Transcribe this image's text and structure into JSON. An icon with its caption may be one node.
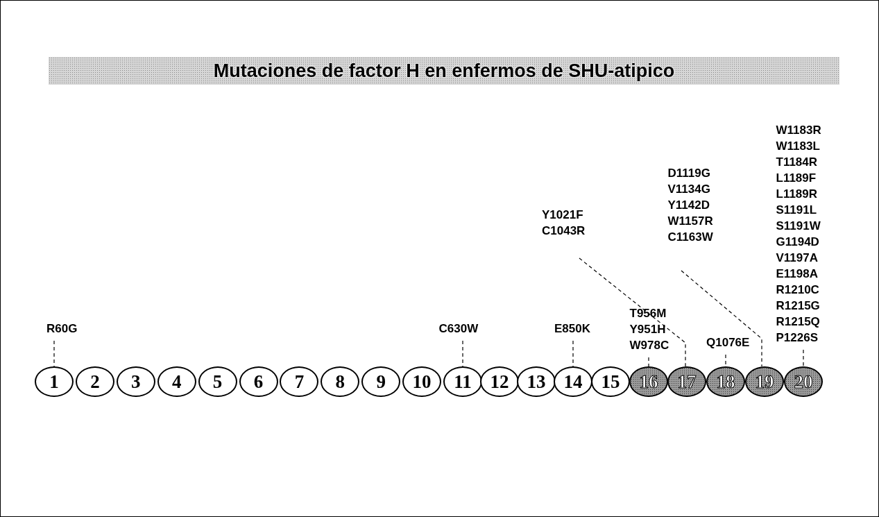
{
  "diagram": {
    "title": "Mutaciones de factor H en enfermos de SHU-atipico",
    "nodes": [
      {
        "text": [
          "1"
        ]
      },
      {
        "text": [
          "2"
        ]
      },
      {
        "text": [
          "3"
        ]
      },
      {
        "text": [
          "4"
        ]
      },
      {
        "text": [
          "5"
        ]
      },
      {
        "text": [
          "6"
        ]
      },
      {
        "text": [
          "7"
        ]
      },
      {
        "text": [
          "8"
        ]
      },
      {
        "text": [
          "9"
        ]
      },
      {
        "text": [
          "10"
        ]
      },
      {
        "text": [
          "11"
        ]
      },
      {
        "text": [
          "12"
        ]
      },
      {
        "text": [
          "13"
        ]
      },
      {
        "text": [
          "14"
        ]
      },
      {
        "text": [
          "15"
        ]
      },
      {
        "text": [
          "16"
        ]
      },
      {
        "text": [
          "17"
        ]
      },
      {
        "text": [
          "18"
        ]
      },
      {
        "text": [
          "19"
        ]
      },
      {
        "text": [
          "20"
        ]
      },
      {
        "text": [
          "R60G"
        ]
      },
      {
        "text": [
          "C630W"
        ]
      },
      {
        "text": [
          "E850K"
        ]
      },
      {
        "text": [
          "T956M",
          "Y951H",
          "W978C"
        ]
      },
      {
        "text": [
          "Y1021F",
          "C1043R"
        ]
      },
      {
        "text": [
          "Q1076E"
        ]
      },
      {
        "text": [
          "D1119G",
          "V1134G",
          "Y1142D",
          "W1157R",
          "C1163W"
        ]
      },
      {
        "text": [
          "W1183R",
          "W1183L",
          "T1184R",
          "L1189F",
          "L1189R",
          "S1191L",
          "S1191W",
          "G1194D",
          "V1197A",
          "E1198A",
          "R1210C",
          "R1215G",
          "R1215Q",
          "P1226S"
        ]
      }
    ],
    "edges": [
      {
        "from": 20,
        "to": 0,
        "arrow": "none",
        "style": "dashed"
      },
      {
        "from": 21,
        "to": 10,
        "arrow": "none",
        "style": "dashed"
      },
      {
        "from": 22,
        "to": 13,
        "arrow": "none",
        "style": "dashed"
      },
      {
        "from": 23,
        "to": 15,
        "arrow": "none",
        "style": "dashed"
      },
      {
        "from": 24,
        "to": 16,
        "arrow": "none",
        "style": "dashed"
      },
      {
        "from": 25,
        "to": 17,
        "arrow": "none",
        "style": "dashed"
      },
      {
        "from": 26,
        "to": 18,
        "arrow": "none",
        "style": "dashed"
      },
      {
        "from": 27,
        "to": 19,
        "arrow": "none",
        "style": "dashed"
      }
    ]
  }
}
